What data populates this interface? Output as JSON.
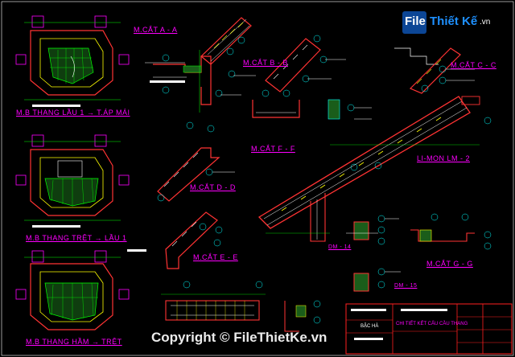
{
  "labels": {
    "mcat_a": "M.CẮT A - A",
    "mcat_b": "M.CẮT B - B",
    "mcat_c": "M.CẮT C - C",
    "mb_lau1": "M.B THANG LẦU 1 → T.ÁP MÁI",
    "mcat_f": "M.CẮT F - F",
    "mcat_d": "M.CẮT D - D",
    "limon": "LI-MON LM - 2",
    "mb_tret": "M.B THANG TRỆT → LẦU 1",
    "mcat_e": "M.CẮT E - E",
    "dm14": "DM - 14",
    "mcat_g": "M.CẮT G - G",
    "dm15": "DM - 15",
    "mb_ham": "M.B THANG HẦM → TRỆT",
    "bac_ha": "BẬC HÀ",
    "chi_tiet": "CHI TIẾT KẾT CẤU CẦU THANG"
  },
  "watermark": {
    "logo_file": "File",
    "logo_rest": "Thiết Kế",
    "logo_vn": ".vn",
    "bottom": "Copyright © FileThietKe.vn"
  },
  "colors": {
    "background": "#000000",
    "section_label": "#ff00ff",
    "dimension": "#00ff00",
    "rebar": "#ffffff",
    "callout": "#00ffff",
    "concrete": "#ff3333",
    "titleblock": "#ff2020"
  }
}
